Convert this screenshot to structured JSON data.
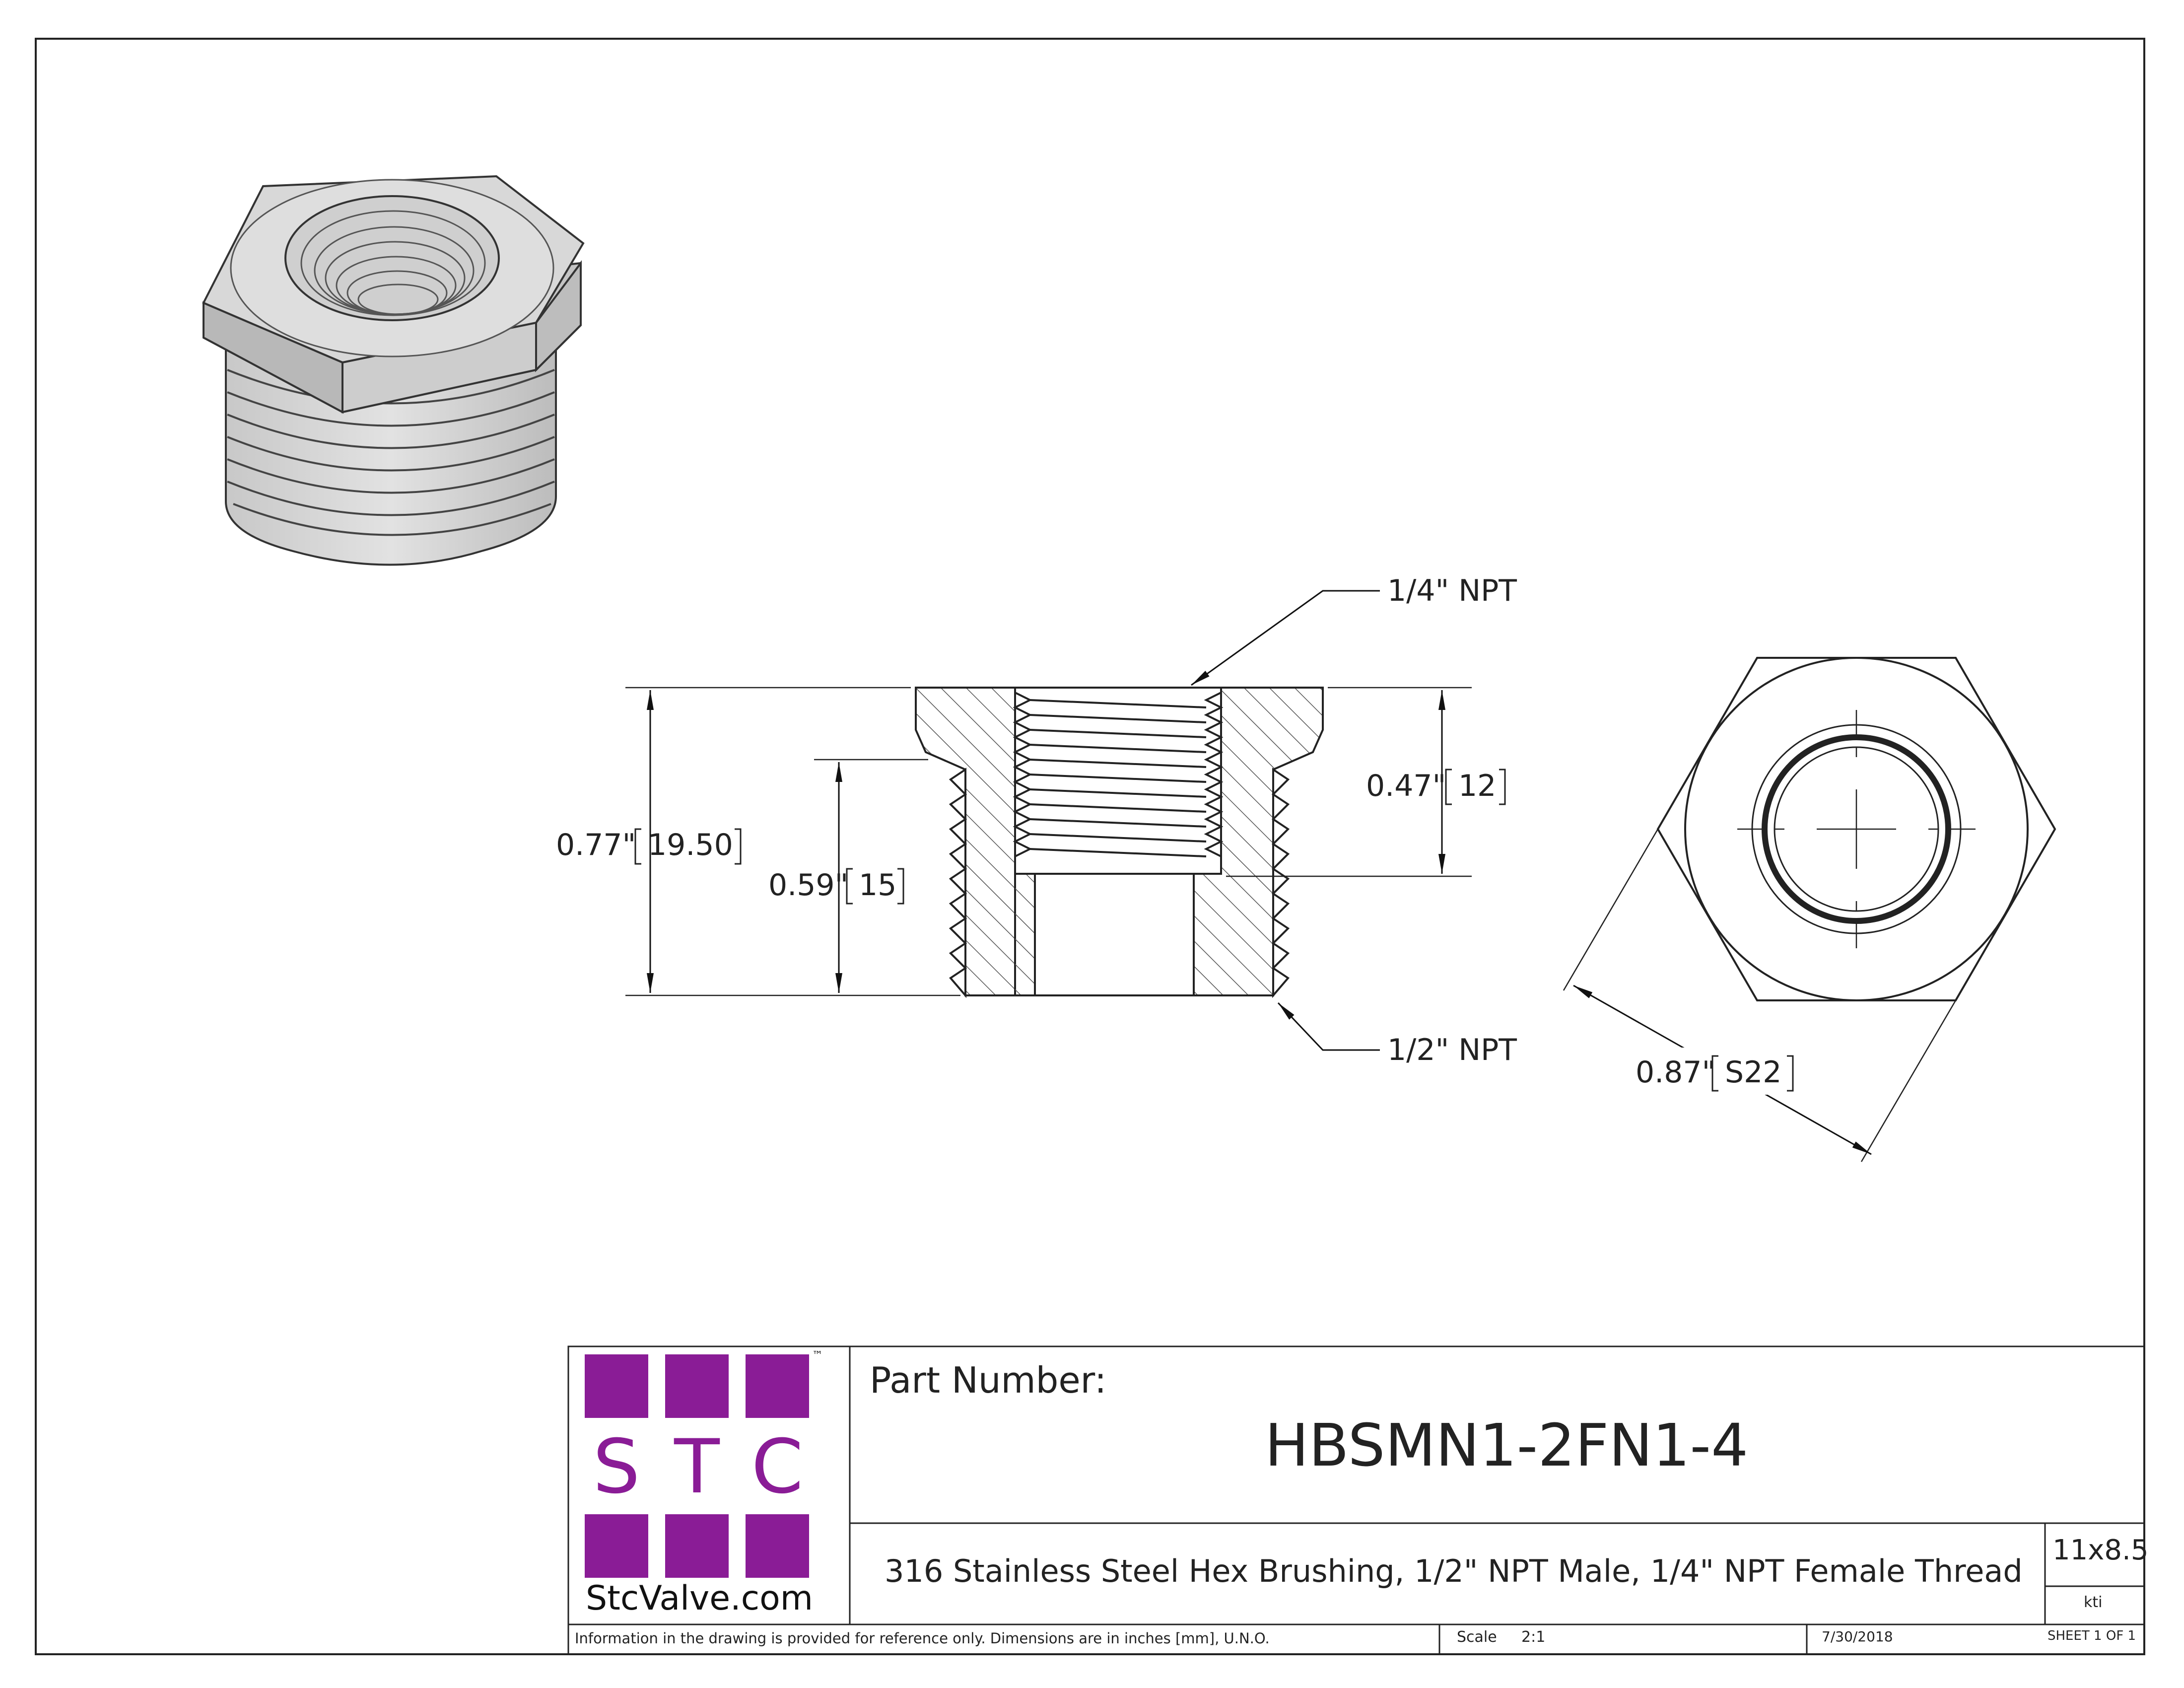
{
  "colors": {
    "brand_purple": "#8a1c96",
    "line": "#1a1a1a",
    "part_fill": "#d9d9d9",
    "part_shadow": "#bdbdbd",
    "hatch": "#555555"
  },
  "icons": [
    "stc-logo",
    "trademark-mark"
  ],
  "callouts": {
    "top_thread": "1/4\" NPT",
    "bottom_thread": "1/2\" NPT"
  },
  "dimensions": {
    "overall_height": {
      "in": "0.77\"",
      "mm": "19.50"
    },
    "thread_height": {
      "in": "0.59\"",
      "mm": "15"
    },
    "female_depth": {
      "in": "0.47\"",
      "mm": "12"
    },
    "hex_across_flats": {
      "in": "0.87\"",
      "mm": "S22"
    }
  },
  "logo": {
    "letters": [
      "S",
      "T",
      "C"
    ],
    "tm": "™",
    "website": "StcValve.com"
  },
  "title_block": {
    "part_number_label": "Part Number:",
    "part_number": "HBSMN1-2FN1-4",
    "description": "316 Stainless Steel Hex Brushing, 1/2\" NPT Male, 1/4\" NPT Female Thread",
    "size": "11x8.5",
    "drawn_by": "kti",
    "disclaimer": "Information in the drawing is provided for reference only. Dimensions are in inches [mm], U.N.O.",
    "scale_label": "Scale",
    "scale_value": "2:1",
    "date": "7/30/2018",
    "sheet": "SHEET 1 OF 1"
  }
}
